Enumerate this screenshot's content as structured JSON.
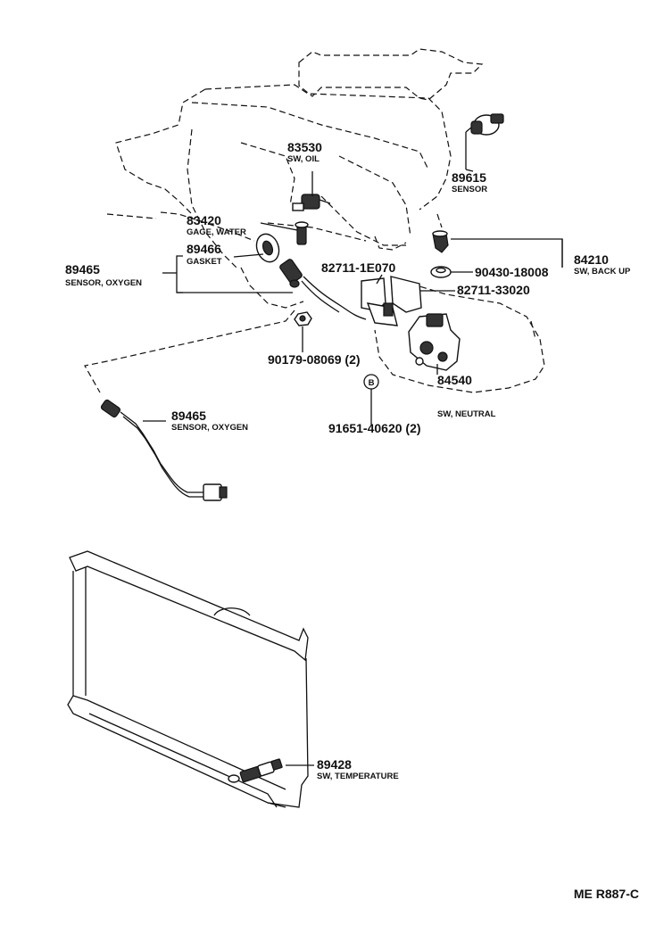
{
  "callouts": {
    "c83530": {
      "part_no": "83530",
      "desc": "SW, OIL"
    },
    "c89615": {
      "part_no": "89615",
      "desc": "SENSOR"
    },
    "c83420": {
      "part_no": "83420",
      "desc": "GAGE, WATER"
    },
    "c89466": {
      "part_no": "89466",
      "desc": "GASKET"
    },
    "c89465a": {
      "part_no": "89465",
      "desc": "SENSOR, OXYGEN"
    },
    "c82711a": {
      "part_no": "82711-1E070"
    },
    "c84210": {
      "part_no": "84210",
      "desc": "SW, BACK UP"
    },
    "c90430": {
      "part_no": "90430-18008"
    },
    "c82711b": {
      "part_no": "82711-33020"
    },
    "c90179": {
      "part_no": "90179-08069 (2)"
    },
    "c84540": {
      "part_no": "84540",
      "desc": "SW, NEUTRAL"
    },
    "c91651": {
      "part_no": "91651-40620 (2)"
    },
    "c89465b": {
      "part_no": "89465",
      "desc": "SENSOR, OXYGEN"
    },
    "c89428": {
      "part_no": "89428",
      "desc": "SW, TEMPERATURE"
    }
  },
  "marker_letter": "B",
  "diagram_code": "ME  R887-C"
}
